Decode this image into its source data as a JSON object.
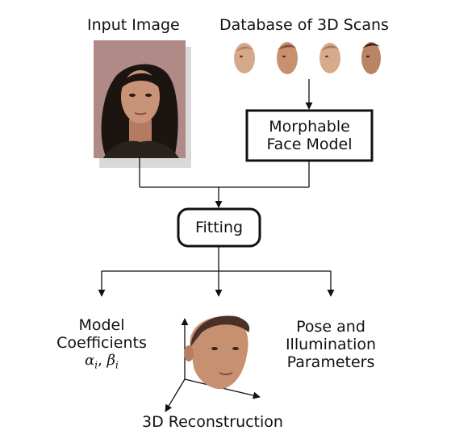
{
  "labels": {
    "input_image": "Input Image",
    "database": "Database of 3D Scans",
    "morphable_line1": "Morphable",
    "morphable_line2": "Face Model",
    "fitting": "Fitting",
    "coeff_line1": "Model",
    "coeff_line2": "Coefficients",
    "coeff_alpha": "α",
    "coeff_i1": "i",
    "coeff_comma": ", ",
    "coeff_beta": "β",
    "coeff_i2": "i",
    "pose_line1": "Pose and",
    "pose_line2": "Illumination",
    "pose_line3": "Parameters",
    "reconstruction": "3D Reconstruction"
  },
  "colors": {
    "line": "#111111",
    "photo_shadow": "#d9d9d9",
    "photo_bg": "#b08a86",
    "skin": "#c99377",
    "hair": "#1c1410"
  }
}
